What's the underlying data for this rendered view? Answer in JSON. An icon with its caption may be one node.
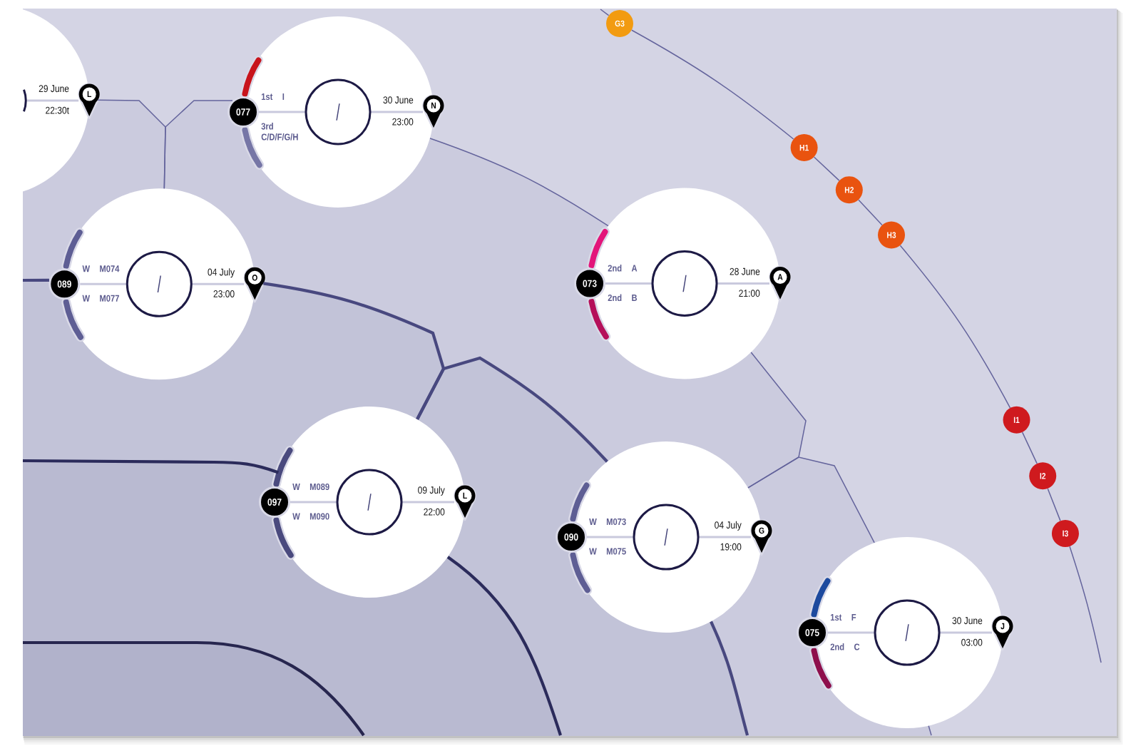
{
  "diagram": {
    "nodes": [
      {
        "text": [
          "29 June",
          "22:30t"
        ]
      },
      {
        "text": [
          "L"
        ]
      },
      {
        "text": [
          "G3"
        ]
      },
      {
        "text": [
          "1st",
          "I",
          "3rd",
          "C/D/F/G/H",
          "30 June",
          "23:00"
        ]
      },
      {
        "text": [
          "077"
        ]
      },
      {
        "text": [
          "/"
        ],
        "in": 3
      },
      {
        "text": [
          "N"
        ]
      },
      {
        "text": [
          "H1"
        ]
      },
      {
        "text": [
          "H2"
        ]
      },
      {
        "text": [
          "H3"
        ]
      },
      {
        "text": [
          "W",
          "M074",
          "W",
          "M077",
          "04 July",
          "23:00"
        ]
      },
      {
        "text": [
          "089"
        ]
      },
      {
        "text": [
          "/"
        ],
        "in": 10
      },
      {
        "text": [
          "O"
        ]
      },
      {
        "text": [
          "2nd",
          "A",
          "2nd",
          "B",
          "28 June",
          "21:00"
        ]
      },
      {
        "text": [
          "073"
        ]
      },
      {
        "text": [
          "/"
        ],
        "in": 14
      },
      {
        "text": [
          "A"
        ]
      },
      {
        "text": [
          "I1"
        ]
      },
      {
        "text": [
          "I2"
        ]
      },
      {
        "text": [
          "I3"
        ]
      },
      {
        "text": [
          "W",
          "M089",
          "W",
          "M090",
          "09 July",
          "22:00"
        ]
      },
      {
        "text": [
          "097"
        ]
      },
      {
        "text": [
          "/"
        ],
        "in": 21
      },
      {
        "text": [
          "L"
        ]
      },
      {
        "text": [
          "W",
          "M073",
          "W",
          "M075",
          "04 July",
          "19:00"
        ]
      },
      {
        "text": [
          "090"
        ]
      },
      {
        "text": [
          "/"
        ],
        "in": 25
      },
      {
        "text": [
          "G"
        ]
      },
      {
        "text": [
          "1st",
          "F",
          "2nd",
          "C",
          "30 June",
          "03:00"
        ]
      },
      {
        "text": [
          "075"
        ]
      },
      {
        "text": [
          "/"
        ],
        "in": 29
      },
      {
        "text": [
          "J"
        ]
      }
    ],
    "edges": [
      {
        "from": 1,
        "to": 10,
        "arrow": "none"
      },
      {
        "from": 4,
        "to": 10,
        "arrow": "none"
      },
      {
        "from": 3,
        "to": 14,
        "arrow": "none"
      },
      {
        "from": 13,
        "to": 21,
        "arrow": "none",
        "style": "thick",
        "color": "#48487f"
      },
      {
        "from": 25,
        "to": 21,
        "arrow": "none",
        "style": "thick",
        "color": "#48487f"
      },
      {
        "from": 14,
        "to": 25,
        "arrow": "none"
      },
      {
        "from": 29,
        "to": 25,
        "arrow": "none"
      },
      {
        "from": null,
        "to": 11,
        "arrow": "none",
        "style": "thick",
        "color": "#48487f"
      },
      {
        "from": null,
        "to": 21,
        "arrow": "none",
        "style": "thick",
        "color": "#2b2b5b"
      },
      {
        "from": 21,
        "to": null,
        "arrow": "none",
        "style": "thick",
        "color": "#2b2b5b"
      },
      {
        "from": 25,
        "to": null,
        "arrow": "none",
        "style": "thick",
        "color": "#48487f"
      },
      {
        "from": 29,
        "to": null,
        "arrow": "none"
      },
      {
        "from": null,
        "to": 2,
        "arrow": "none"
      },
      {
        "from": 2,
        "to": 7,
        "arrow": "none"
      },
      {
        "from": 7,
        "to": 8,
        "arrow": "none"
      },
      {
        "from": 8,
        "to": 9,
        "arrow": "none"
      },
      {
        "from": 9,
        "to": 18,
        "arrow": "none"
      },
      {
        "from": 18,
        "to": 19,
        "arrow": "none"
      },
      {
        "from": 19,
        "to": 20,
        "arrow": "none"
      },
      {
        "from": 20,
        "to": null,
        "arrow": "none"
      }
    ]
  }
}
